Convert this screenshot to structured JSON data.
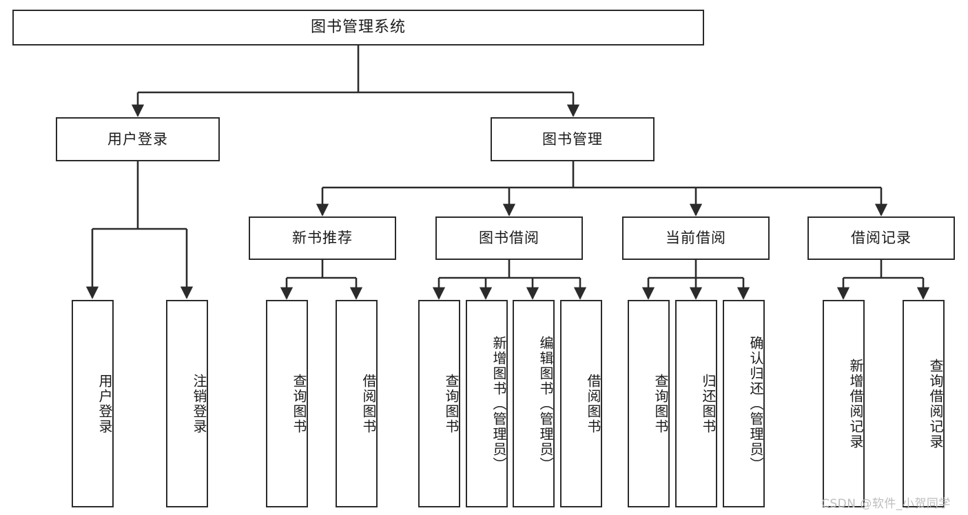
{
  "diagram": {
    "title": "图书管理系统",
    "watermark": "CSDN @软件_小贺同学",
    "colors": {
      "background": "#ffffff",
      "border": "#2b2b2b",
      "text": "#1a1a1a",
      "edge": "#2b2b2b",
      "watermark": "#bdbdbd"
    },
    "nodes": {
      "root": {
        "label": "图书管理系统",
        "orientation": "horizontal"
      },
      "level1": [
        {
          "id": "user-login",
          "label": "用户登录",
          "orientation": "horizontal"
        },
        {
          "id": "book-management",
          "label": "图书管理",
          "orientation": "horizontal"
        }
      ],
      "level2": [
        {
          "id": "new-book-recommend",
          "label": "新书推荐",
          "orientation": "horizontal"
        },
        {
          "id": "book-borrow",
          "label": "图书借阅",
          "orientation": "horizontal"
        },
        {
          "id": "current-borrow",
          "label": "当前借阅",
          "orientation": "horizontal"
        },
        {
          "id": "borrow-record",
          "label": "借阅记录",
          "orientation": "horizontal"
        }
      ],
      "leaves": [
        {
          "id": "leaf-user-login",
          "label": "用户登录",
          "parent": "user-login",
          "orientation": "vertical"
        },
        {
          "id": "leaf-user-logout",
          "label": "注销登录",
          "parent": "user-login",
          "orientation": "vertical"
        },
        {
          "id": "leaf-query-book-1",
          "label": "查询图书",
          "parent": "new-book-recommend",
          "orientation": "vertical"
        },
        {
          "id": "leaf-borrow-book-1",
          "label": "借阅图书",
          "parent": "new-book-recommend",
          "orientation": "vertical"
        },
        {
          "id": "leaf-query-book-2",
          "label": "查询图书",
          "parent": "book-borrow",
          "orientation": "vertical"
        },
        {
          "id": "leaf-add-book",
          "label": "新增图书（管理员）",
          "parent": "book-borrow",
          "orientation": "vertical"
        },
        {
          "id": "leaf-edit-book",
          "label": "编辑图书（管理员）",
          "parent": "book-borrow",
          "orientation": "vertical"
        },
        {
          "id": "leaf-borrow-book-2",
          "label": "借阅图书",
          "parent": "book-borrow",
          "orientation": "vertical"
        },
        {
          "id": "leaf-query-book-3",
          "label": "查询图书",
          "parent": "current-borrow",
          "orientation": "vertical"
        },
        {
          "id": "leaf-return-book",
          "label": "归还图书",
          "parent": "current-borrow",
          "orientation": "vertical"
        },
        {
          "id": "leaf-confirm-return",
          "label": "确认归还（管理员）",
          "parent": "current-borrow",
          "orientation": "vertical"
        },
        {
          "id": "leaf-add-record",
          "label": "新增借阅记录",
          "parent": "borrow-record",
          "orientation": "vertical"
        },
        {
          "id": "leaf-query-record",
          "label": "查询借阅记录",
          "parent": "borrow-record",
          "orientation": "vertical"
        }
      ]
    }
  }
}
